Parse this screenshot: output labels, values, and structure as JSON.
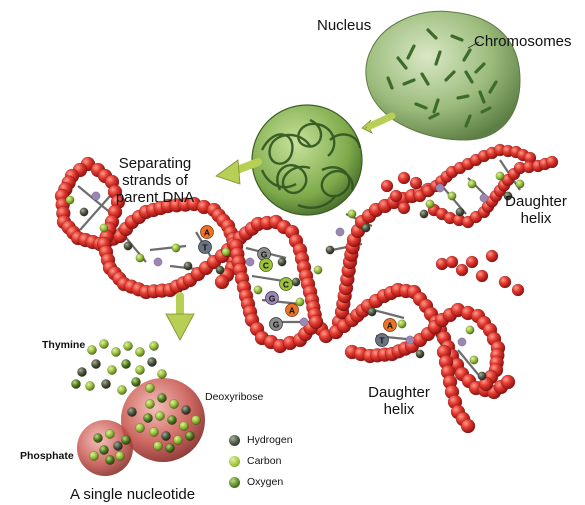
{
  "labels": {
    "nucleus": "Nucleus",
    "chromosomes": "Chromosomes",
    "separating_line1": "Separating",
    "separating_line2": "strands of",
    "separating_line3": "parent DNA",
    "daughter_helix_top_line1": "Daughter",
    "daughter_helix_top_line2": "helix",
    "daughter_helix_bottom_line1": "Daughter",
    "daughter_helix_bottom_line2": "helix",
    "thymine": "Thymine",
    "deoxyribose": "Deoxyribose",
    "phosphate": "Phosphate",
    "single_nucleotide": "A single nucleotide"
  },
  "base_letters": {
    "a1": "A",
    "t1": "T",
    "g1": "G",
    "c1": "C",
    "g2": "G",
    "c2": "C",
    "g3": "G",
    "a2": "A",
    "a3": "A",
    "t2": "T"
  },
  "legend": [
    {
      "label": "Hydrogen",
      "color": "#3e4a35"
    },
    {
      "label": "Carbon",
      "color": "#9dc23a"
    },
    {
      "label": "Oxygen",
      "color": "#4f7f1e"
    }
  ],
  "colors": {
    "backbone_red": "#d22424",
    "nucleus_green": "#8fb070",
    "chromatin_green": "#3d6b2a",
    "arrow_green": "#b8cf55",
    "base_green": "#9cc23c",
    "base_purple": "#9a87b3",
    "base_gray": "#8a8a8a"
  }
}
